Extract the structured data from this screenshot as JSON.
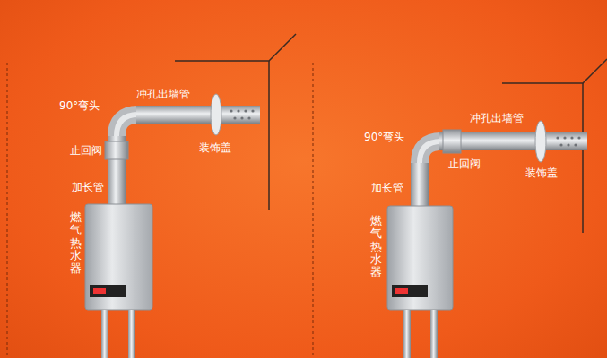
{
  "diagram": {
    "labels": [
      "90°弯头",
      "冲孔出墙管",
      "止回阀",
      "装饰盖",
      "加长管",
      "燃气热水器",
      "冲孔出墙管",
      "90°弯头",
      "止回阀",
      "装饰盖",
      "加长管",
      "燃气热水器"
    ]
  }
}
